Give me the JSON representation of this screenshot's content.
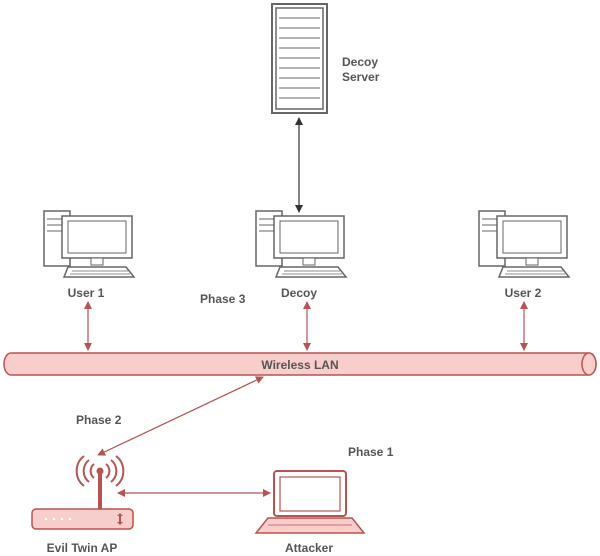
{
  "labels": {
    "decoy_server_line1": "Decoy",
    "decoy_server_line2": "Server",
    "user1": "User 1",
    "decoy": "Decoy",
    "user2": "User 2",
    "phase3": "Phase 3",
    "wireless_lan": "Wireless LAN",
    "phase2": "Phase 2",
    "phase1": "Phase 1",
    "evil_twin_ap": "Evil Twin AP",
    "attacker": "Attacker"
  },
  "colors": {
    "gray_stroke": "#666666",
    "gray_fill": "#ffffff",
    "red_stroke": "#b85450",
    "red_fill": "#f8cecc",
    "red_arrow": "#b85450",
    "dark_arrow": "#333333"
  },
  "icons": {
    "server": "server-icon",
    "computer": "computer-icon",
    "router": "wifi-router-icon",
    "laptop": "laptop-icon"
  }
}
